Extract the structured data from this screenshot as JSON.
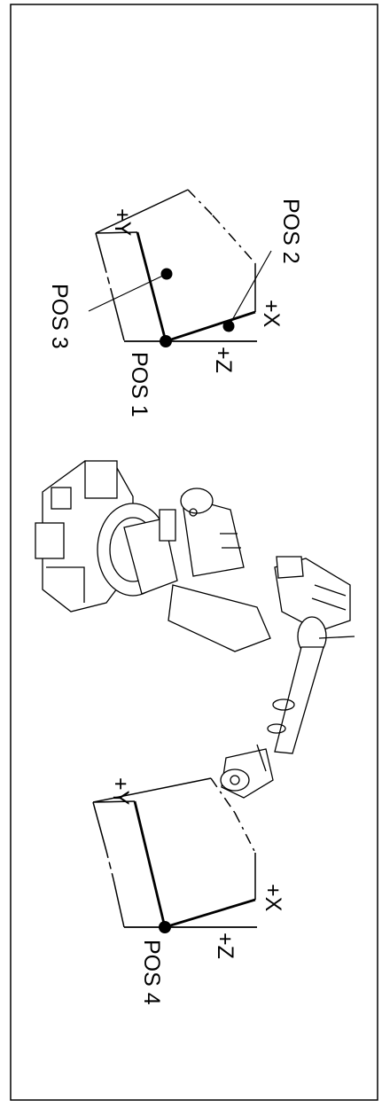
{
  "colors": {
    "ink": "#000000",
    "paper": "#ffffff"
  },
  "frames": [
    {
      "id": "upper",
      "x_axis": "+X",
      "y_axis": "+Y",
      "z_axis": "+Z",
      "positions": [
        "POS 1",
        "POS 2",
        "POS 3"
      ]
    },
    {
      "id": "lower",
      "x_axis": "+X",
      "y_axis": "+Y",
      "z_axis": "+Z",
      "positions": [
        "POS 4"
      ]
    }
  ]
}
